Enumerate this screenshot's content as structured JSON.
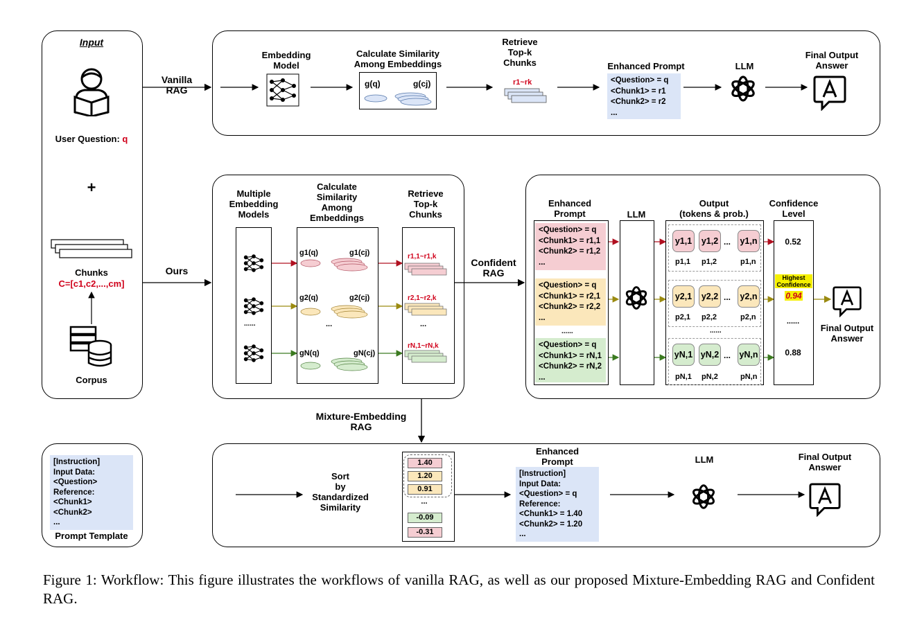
{
  "input": {
    "title": "Input",
    "user_question": "User Question: ",
    "q": "q",
    "plus": "+",
    "chunks": "Chunks",
    "chunks_formula": "C=[c1,c2,...,cm]",
    "corpus": "Corpus"
  },
  "prompt_template": {
    "lines": [
      "[Instruction]",
      "Input Data:",
      "<Question>",
      "Reference:",
      "<Chunk1>",
      "<Chunk2>",
      "..."
    ],
    "label": "Prompt Template"
  },
  "vanilla": {
    "arrow_label": "Vanilla\nRAG",
    "embedding_model": "Embedding\nModel",
    "calc_similarity": "Calculate Similarity\nAmong Embeddings",
    "gq": "g(q)",
    "gcj": "g(cj)",
    "retrieve": "Retrieve\nTop-k\nChunks",
    "r_range": "r1~rk",
    "enhanced_prompt": "Enhanced Prompt",
    "prompt_lines": [
      "<Question> = q",
      "<Chunk1> = r1",
      "<Chunk2> = r2",
      "..."
    ],
    "llm": "LLM",
    "final_output": "Final Output\nAnswer"
  },
  "ours": {
    "arrow_label": "Ours",
    "multiple_models": "Multiple\nEmbedding\nModels",
    "calc_similarity": "Calculate\nSimilarity\nAmong\nEmbeddings",
    "retrieve": "Retrieve\nTop-k\nChunks",
    "rows": [
      {
        "g_q": "g1(q)",
        "g_c": "g1(cj)",
        "r": "r1,1~r1,k"
      },
      {
        "g_q": "g2(q)",
        "g_c": "g2(cj)",
        "r": "r2,1~r2,k"
      },
      {
        "g_q": "gN(q)",
        "g_c": "gN(cj)",
        "r": "rN,1~rN,k"
      }
    ],
    "dots": "......",
    "dots_short": "...",
    "confident_label": "Confident\nRAG",
    "mixture_label": "Mixture-Embedding\nRAG"
  },
  "confident": {
    "enhanced_prompt": "Enhanced\nPrompt",
    "llm": "LLM",
    "output": "Output\n(tokens & prob.)",
    "confidence": "Confidence\nLevel",
    "prompts": [
      [
        "<Question> = q",
        "<Chunk1> = r1,1",
        "<Chunk2> = r1,2",
        "..."
      ],
      [
        "<Question> = q",
        "<Chunk1> = r2,1",
        "<Chunk2> = r2,2",
        "..."
      ],
      [
        "<Question> = q",
        "<Chunk1> = rN,1",
        "<Chunk2> = rN,2",
        "..."
      ]
    ],
    "tokens": [
      {
        "y": [
          "y1,1",
          "y1,2",
          "...",
          "y1,n"
        ],
        "p": [
          "p1,1",
          "p1,2",
          "p1,n"
        ]
      },
      {
        "y": [
          "y2,1",
          "y2,2",
          "...",
          "y2,n"
        ],
        "p": [
          "p2,1",
          "p2,2",
          "p2,n"
        ]
      },
      {
        "y": [
          "yN,1",
          "yN,2",
          "...",
          "yN,n"
        ],
        "p": [
          "pN,1",
          "pN,2",
          "pN,n"
        ]
      }
    ],
    "dots": "......",
    "values": [
      "0.52",
      "0.94",
      "0.88"
    ],
    "highest": "Highest\nConfidence",
    "final_output": "Final Output\nAnswer"
  },
  "mixture": {
    "sort": "Sort\nby\nStandardized\nSimilarity",
    "scores": [
      "1.40",
      "1.20",
      "0.91",
      "...",
      "-0.09",
      "-0.31"
    ],
    "enhanced_prompt": "Enhanced\nPrompt",
    "prompt_lines": [
      "[Instruction]",
      "Input Data:",
      "<Question> = q",
      "Reference:",
      "<Chunk1> = 1.40",
      "<Chunk2> = 1.20",
      "..."
    ],
    "llm": "LLM",
    "final_output": "Final Output\nAnswer"
  },
  "caption": "Figure 1: Workflow: This figure illustrates the workflows of vanilla RAG, as well as our proposed Mixture-Embedding RAG and Confident RAG.",
  "colors": {
    "red": "#d0001a",
    "pink": "#f5cdd2",
    "yellow": "#fbe7bb",
    "green": "#d5ecce",
    "blue": "#dbe5f7",
    "highlight": "#f5f000"
  }
}
